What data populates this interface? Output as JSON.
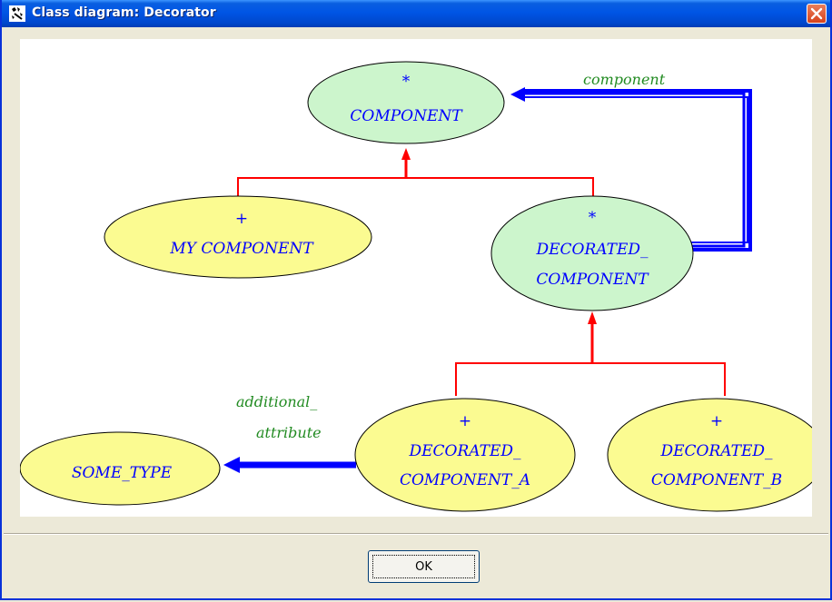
{
  "window": {
    "title": "Class diagram: Decorator",
    "close_icon": "close-icon",
    "app_icon": "diagram-app-icon"
  },
  "diagram": {
    "nodes": {
      "component": {
        "marker": "*",
        "line1": "COMPONENT",
        "line2": ""
      },
      "my_component": {
        "marker": "+",
        "line1": "MY COMPONENT",
        "line2": ""
      },
      "decorated_component": {
        "marker": "*",
        "line1": "DECORATED_",
        "line2": "COMPONENT"
      },
      "decorated_component_a": {
        "marker": "+",
        "line1": "DECORATED_",
        "line2": "COMPONENT_A"
      },
      "decorated_component_b": {
        "marker": "+",
        "line1": "DECORATED_",
        "line2": "COMPONENT_B"
      },
      "some_type": {
        "marker": "",
        "line1": "SOME_TYPE",
        "line2": ""
      }
    },
    "edge_labels": {
      "component": "component",
      "additional_line1": "additional_",
      "additional_line2": "attribute"
    },
    "colors": {
      "deferred_fill": "#ccf5cc",
      "effective_fill": "#fbfb91",
      "inheritance": "#ff0000",
      "client": "#0000ff",
      "label": "#228b22",
      "name": "#0000ff"
    }
  },
  "footer": {
    "ok_label": "OK"
  }
}
